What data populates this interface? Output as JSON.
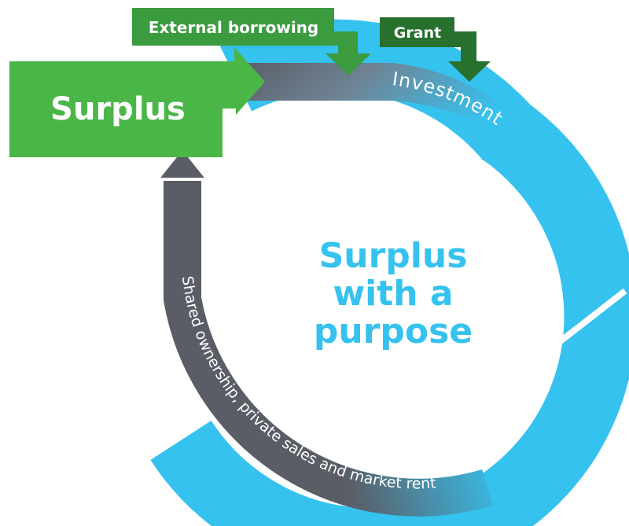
{
  "diagram": {
    "surplus_label": "Surplus",
    "external_borrowing_label": "External borrowing",
    "grant_label": "Grant",
    "investment_label": "Investment",
    "center_line1": "Surplus",
    "center_line2": "with a",
    "center_line3": "purpose",
    "return_flow_label": "Shared ownership, private sales and market rent"
  },
  "colors": {
    "cycle_blue": "#36c2ef",
    "surplus_green": "#4bb648",
    "borrowing_green": "#3a9b3f",
    "grant_green": "#27702e",
    "flow_grey": "#5a5d66"
  }
}
